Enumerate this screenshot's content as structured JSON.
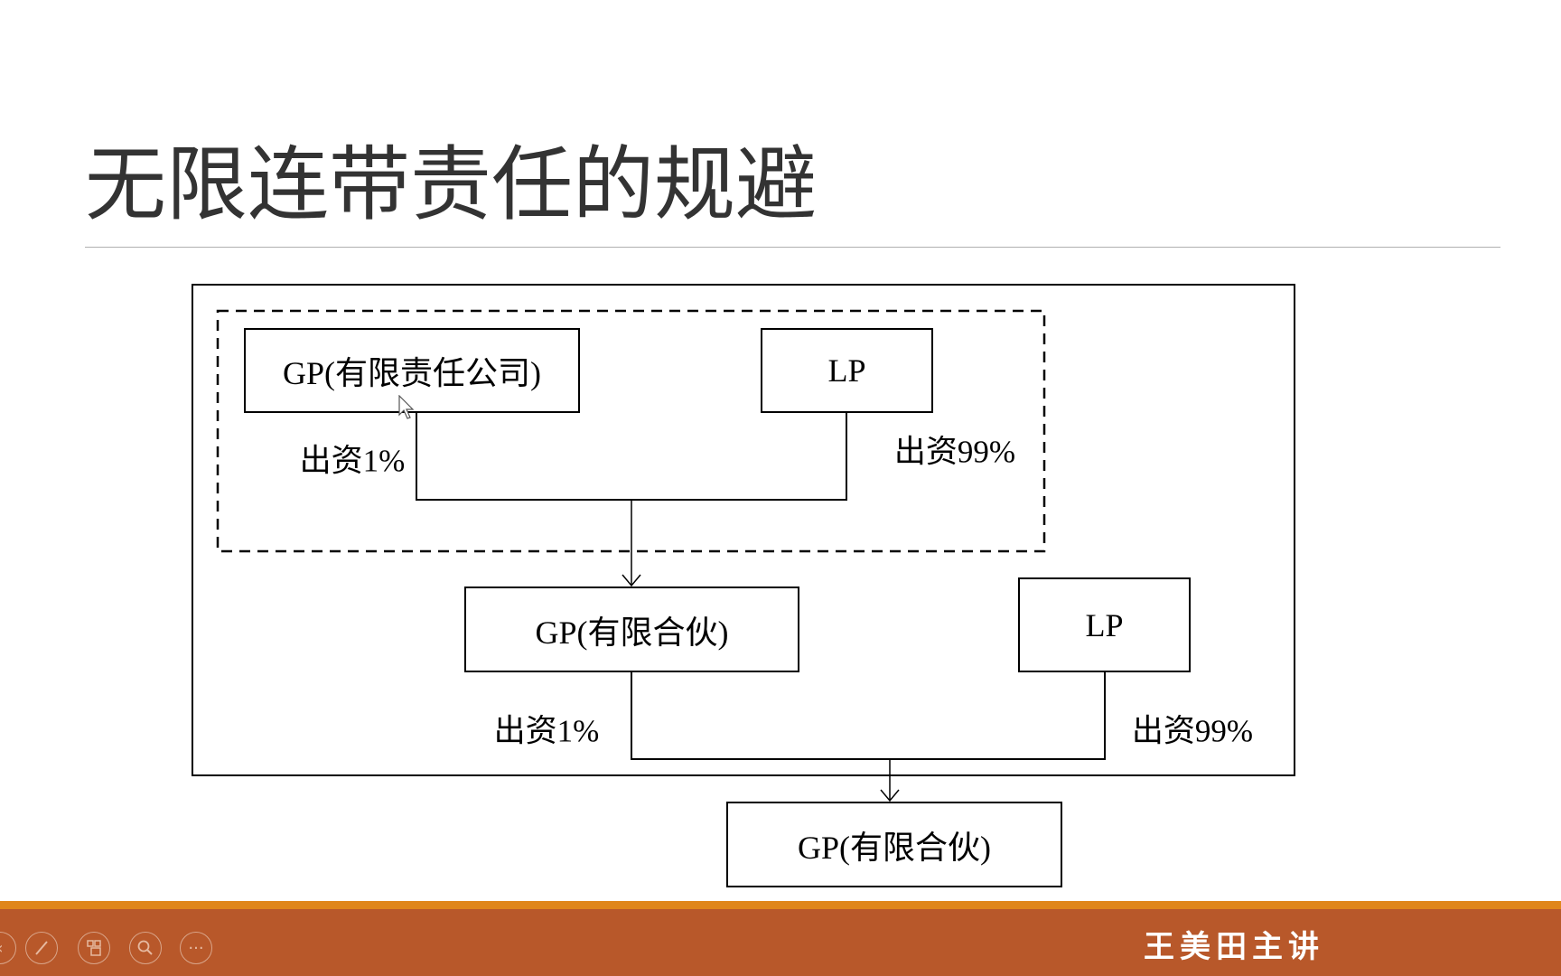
{
  "slide": {
    "title": "无限连带责任的规避",
    "diagram": {
      "gp_company": "GP(有限责任公司)",
      "lp_top": "LP",
      "label_gp_top": "出资1%",
      "label_lp_top": "出资99%",
      "gp_partnership_mid": "GP(有限合伙)",
      "lp_mid": "LP",
      "label_gp_mid": "出资1%",
      "label_lp_mid": "出资99%",
      "gp_partnership_bottom": "GP(有限合伙)"
    }
  },
  "footer": {
    "watermark": "王美田主讲",
    "accent_color": "#E0861A",
    "bar_color": "#B8582A",
    "controls": [
      "previous-icon",
      "pen-icon",
      "slides-icon",
      "zoom-icon",
      "more-icon"
    ],
    "more_glyph": "···"
  }
}
